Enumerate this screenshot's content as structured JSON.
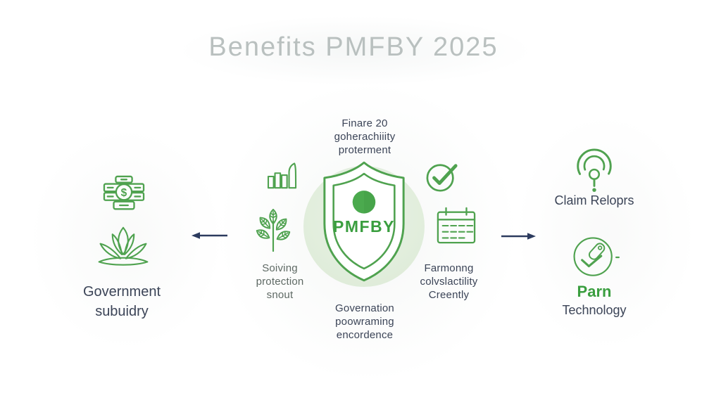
{
  "title": "Benefits PMFBY 2025",
  "center": {
    "shield_label": "PMFBY",
    "top_caption_lines": [
      "Finare 20",
      "goherachiiity",
      "proterment"
    ],
    "left_caption_lines": [
      "Soiving",
      "protection",
      "snout"
    ],
    "right_caption_lines": [
      "Farmonng",
      "colvslactility",
      "Creently"
    ],
    "bottom_caption_lines": [
      "Governation",
      "poowraming",
      "encordence"
    ],
    "icons": [
      "shield-icon",
      "bar-chart-icon",
      "leaf-plant-icon",
      "check-circle-icon",
      "calendar-icon"
    ]
  },
  "left_group": {
    "caption_lines": [
      "Government",
      "subuidry"
    ],
    "icons": [
      "money-stack-icon",
      "lotus-plant-icon"
    ]
  },
  "right_group": {
    "claim_label": "Claim Reloprs",
    "tech_label_top": "Parn",
    "tech_label_bottom": "Technology",
    "icons": [
      "claim-signal-icon",
      "tag-circle-icon"
    ]
  },
  "symbols": {
    "dollar": "$"
  },
  "colors": {
    "brand_green": "#4fa24f",
    "dot_green": "#47a44a",
    "label_green": "#3a9e3f",
    "navy": "#3b4457",
    "arrow_navy": "#2c3b5e",
    "muted_caption": "#5e6964",
    "title_gray": "#b9c0bf",
    "halo_green": "#e3efdf"
  }
}
